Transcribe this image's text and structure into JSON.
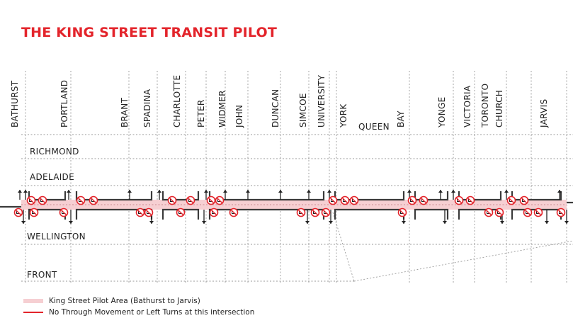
{
  "title": "THE KING STREET TRANSIT PILOT",
  "colors": {
    "title": "#e3242b",
    "pilot_area": "#f6cfd2",
    "restriction": "#e3242b",
    "grid": "#9a9a9a",
    "curb": "#3a3a3a"
  },
  "north_south_streets": [
    {
      "name": "BATHURST",
      "restriction": false
    },
    {
      "name": "PORTLAND",
      "restriction": true
    },
    {
      "name": "BRANT",
      "restriction": false
    },
    {
      "name": "SPADINA",
      "restriction": true
    },
    {
      "name": "CHARLOTTE",
      "restriction": false
    },
    {
      "name": "PETER",
      "restriction": true
    },
    {
      "name": "WIDMER",
      "restriction": false
    },
    {
      "name": "JOHN",
      "restriction": false
    },
    {
      "name": "DUNCAN",
      "restriction": false
    },
    {
      "name": "SIMCOE",
      "restriction": false
    },
    {
      "name": "UNIVERSITY",
      "restriction": true
    },
    {
      "name": "YORK",
      "restriction": false
    },
    {
      "name": "BAY",
      "restriction": true
    },
    {
      "name": "YONGE",
      "restriction": true
    },
    {
      "name": "VICTORIA",
      "restriction": false
    },
    {
      "name": "TORONTO",
      "restriction": false
    },
    {
      "name": "CHURCH",
      "restriction": true
    },
    {
      "name": "JARVIS",
      "restriction": true
    }
  ],
  "east_west_streets": {
    "queen": "QUEEN",
    "richmond": "RICHMOND",
    "adelaide": "ADELAIDE",
    "wellington": "WELLINGTON",
    "front": "FRONT"
  },
  "legend": [
    {
      "label": "King Street Pilot Area (Bathurst to Jarvis)",
      "symbol": "pilot-area"
    },
    {
      "label": "No Through Movement or Left Turns at this intersection",
      "symbol": "restriction-line"
    }
  ]
}
